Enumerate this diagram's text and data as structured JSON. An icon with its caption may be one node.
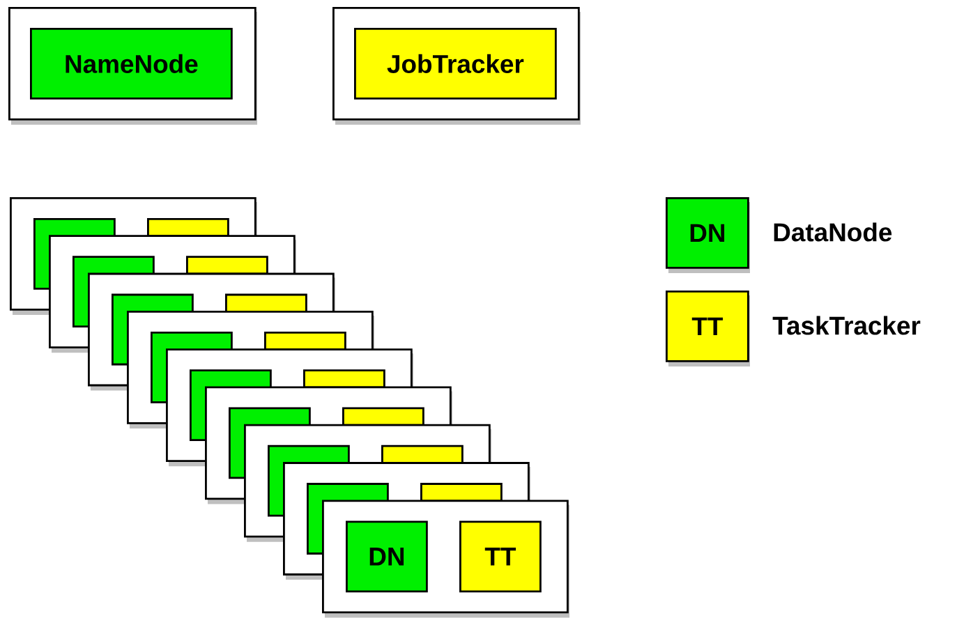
{
  "diagram": {
    "nodes": [
      {
        "text": [],
        "shape": "box"
      },
      {
        "text": [
          "NameNode"
        ],
        "in": 0
      },
      {
        "text": [],
        "shape": "box"
      },
      {
        "text": [
          "JobTracker"
        ],
        "in": 2
      },
      {
        "text": [],
        "shape": "box"
      },
      {
        "text": [],
        "shape": "box",
        "in": 4
      },
      {
        "text": [],
        "shape": "box",
        "in": 4
      },
      {
        "text": [],
        "shape": "box"
      },
      {
        "text": [],
        "shape": "box",
        "in": 7
      },
      {
        "text": [],
        "shape": "box",
        "in": 7
      },
      {
        "text": [],
        "shape": "box"
      },
      {
        "text": [],
        "shape": "box",
        "in": 10
      },
      {
        "text": [],
        "shape": "box",
        "in": 10
      },
      {
        "text": [],
        "shape": "box"
      },
      {
        "text": [],
        "shape": "box",
        "in": 13
      },
      {
        "text": [],
        "shape": "box",
        "in": 13
      },
      {
        "text": [],
        "shape": "box"
      },
      {
        "text": [],
        "shape": "box",
        "in": 16
      },
      {
        "text": [],
        "shape": "box",
        "in": 16
      },
      {
        "text": [],
        "shape": "box"
      },
      {
        "text": [],
        "shape": "box",
        "in": 19
      },
      {
        "text": [],
        "shape": "box",
        "in": 19
      },
      {
        "text": [],
        "shape": "box"
      },
      {
        "text": [],
        "shape": "box",
        "in": 22
      },
      {
        "text": [],
        "shape": "box",
        "in": 22
      },
      {
        "text": [],
        "shape": "box"
      },
      {
        "text": [],
        "shape": "box",
        "in": 25
      },
      {
        "text": [],
        "shape": "box",
        "in": 25
      },
      {
        "text": [],
        "shape": "box"
      },
      {
        "text": [
          "DN"
        ],
        "in": 28
      },
      {
        "text": [
          "TT"
        ],
        "in": 28
      },
      {
        "text": [
          "DN"
        ],
        "beside": [
          "DataNode"
        ]
      },
      {
        "text": [
          "TT"
        ],
        "beside": [
          "TaskTracker"
        ]
      }
    ]
  }
}
